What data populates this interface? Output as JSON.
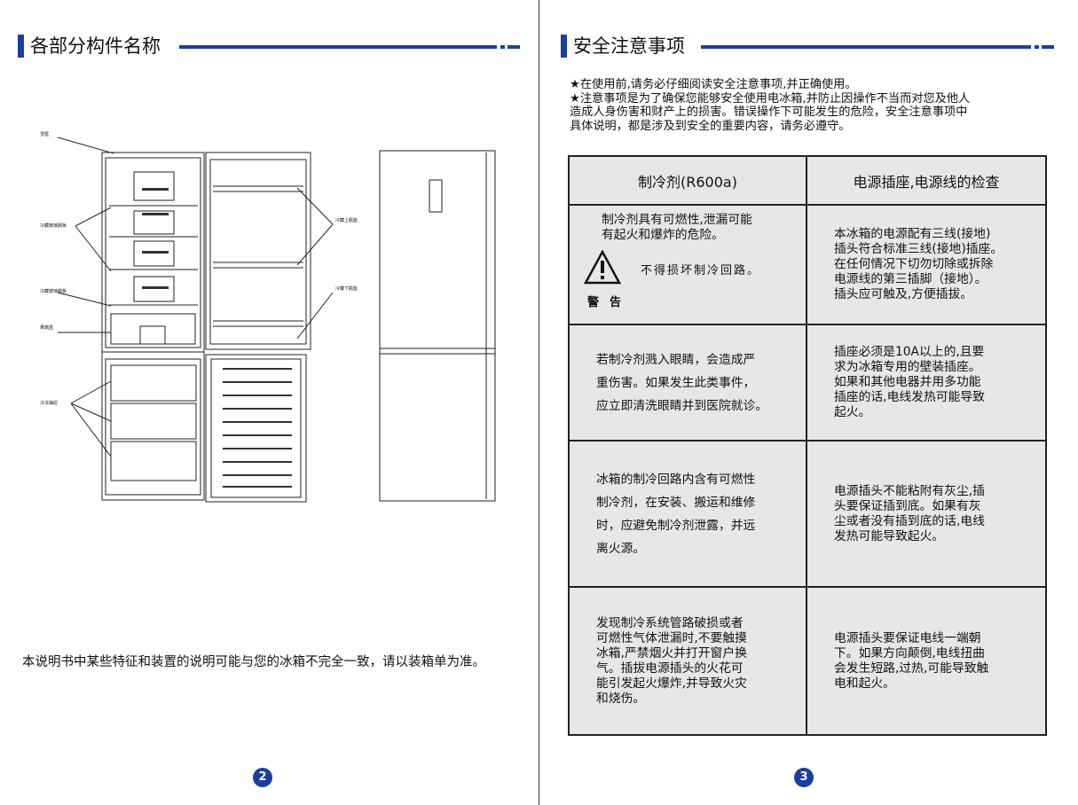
{
  "left_page": {
    "heading": "各部分构件名称",
    "part_labels": [
      "顶框",
      "冷藏玻璃搁板",
      "冷藏玻璃搁板",
      "果蔬盒",
      "冷冻抽屉",
      "冷藏上瓶座",
      "冷藏下瓶座"
    ],
    "note": "本说明书中某些特征和装置的说明可能与您的冰箱不完全一致，请以装箱单为准。",
    "page_number": "2"
  },
  "right_page": {
    "heading": "安全注意事项",
    "intro": [
      "★在使用前,请务必仔细阅读安全注意事项,并正确使用。",
      "★注意事项是为了确保您能够安全使用电冰箱,并防止因操作不当而对您及他人",
      "造成人身伤害和财产上的损害。错误操作下可能发生的危险，安全注意事项中",
      "具体说明，都是涉及到安全的重要内容，请务必遵守。"
    ],
    "table": {
      "headers": [
        "制冷剂(R600a)",
        "电源插座,电源线的检查"
      ],
      "rows": [
        {
          "left": [
            "制冷剂具有可燃性,泄漏可能",
            "有起火和爆炸的危险。"
          ],
          "warning_text": "不得损坏制冷回路。",
          "warning_label": "警告",
          "right": [
            "本冰箱的电源配有三线(接地)",
            "插头符合标准三线(接地)插座。",
            "在任何情况下切勿切除或拆除",
            "电源线的第三插脚（接地）。",
            "插头应可触及,方便插拔。"
          ]
        },
        {
          "left": [
            "若制冷剂溅入眼睛，会造成严",
            "重伤害。如果发生此类事件，",
            "应立即清洗眼睛并到医院就诊。"
          ],
          "right": [
            "插座必须是10A以上的,且要",
            "求为冰箱专用的壁装插座。",
            "如果和其他电器并用多功能",
            "插座的话,电线发热可能导致",
            "起火。"
          ]
        },
        {
          "left": [
            "冰箱的制冷回路内含有可燃性",
            "制冷剂，在安装、搬运和维修",
            "时，应避免制冷剂泄露，并远",
            "离火源。"
          ],
          "right": [
            "电源插头不能粘附有灰尘,插",
            "头要保证插到底。如果有灰",
            "尘或者没有插到底的话,电线",
            "发热可能导致起火。"
          ]
        },
        {
          "left": [
            "发现制冷系统管路破损或者",
            "可燃性气体泄漏时,不要触摸",
            "冰箱,严禁烟火并打开窗户换",
            "气。插拔电源插头的火花可",
            "能引发起火爆炸,并导致火灾",
            "和烧伤。"
          ],
          "right": [
            "电源插头要保证电线一端朝",
            "下。如果方向颠倒,电线扭曲",
            "会发生短路,过热,可能导致触",
            "电和起火。"
          ]
        }
      ]
    },
    "page_number": "3"
  },
  "colors": {
    "accent": "#1b3fa0",
    "table_fill": "#e7e7e7"
  }
}
